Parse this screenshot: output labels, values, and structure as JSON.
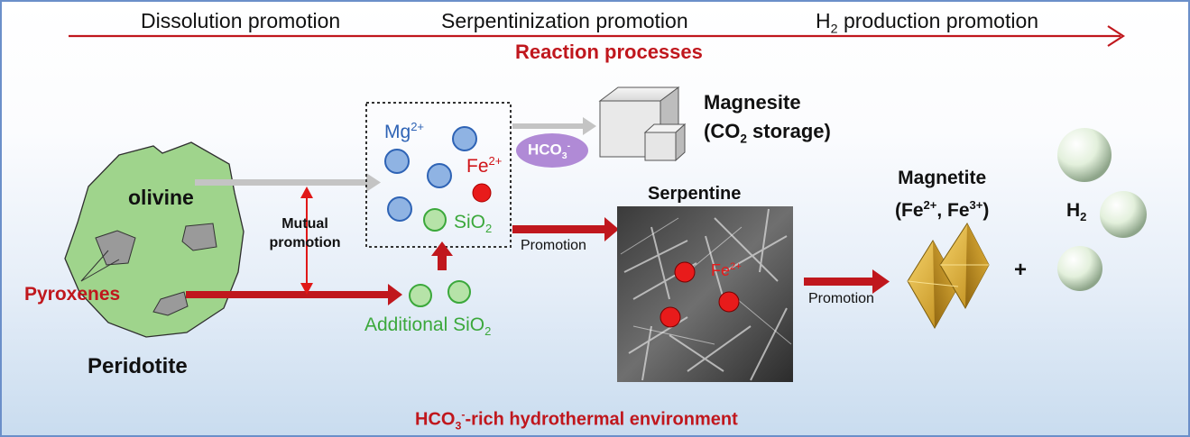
{
  "stages": {
    "dissolution": "Dissolution promotion",
    "serpentinization": "Serpentinization promotion",
    "h2_prefix": "H",
    "h2_sub": "2",
    "h2_suffix": " production promotion"
  },
  "process_label": "Reaction processes",
  "rock": {
    "olivine": "olivine",
    "pyroxenes": "Pyroxenes",
    "peridotite": "Peridotite"
  },
  "mutual": {
    "line1": "Mutual",
    "line2": "promotion"
  },
  "ions": {
    "mg": "Mg",
    "mg_sup": "2+",
    "fe": "Fe",
    "fe_sup": "2+",
    "sio2": "SiO",
    "sio2_sub": "2"
  },
  "additional_sio2": {
    "text": "Additional SiO",
    "sub": "2"
  },
  "bicarbonate": {
    "text": "HCO",
    "sub": "3",
    "sup": "-"
  },
  "magnesite": {
    "title": "Magnesite",
    "paren_open": "(CO",
    "sub": "2",
    "paren_close": " storage)"
  },
  "serpentine": {
    "title": "Serpentine",
    "fe": "Fe",
    "fe_sup": "2+"
  },
  "promotion_1": "Promotion",
  "promotion_2": "Promotion",
  "magnetite": {
    "title": "Magnetite",
    "line2_a": "(Fe",
    "sup_a": "2+",
    "line2_b": ", Fe",
    "sup_b": "3+",
    "line2_c": ")"
  },
  "plus": "+",
  "h2": {
    "text": "H",
    "sub": "2"
  },
  "environment": {
    "a": "HCO",
    "sub": "3",
    "sup": "-",
    "b": "-rich hydrothermal environment"
  },
  "colors": {
    "arrow_red": "#c0171d",
    "olivine_green": "#9fd48c",
    "ion_blue": "#8fb3e3",
    "ion_green": "#b6e3a8",
    "ion_red": "#e81b1b",
    "bicarbonate_purple": "#b08ad6",
    "magnetite_gold": "#d9a628",
    "h2_sphere": "#e6f2de"
  }
}
